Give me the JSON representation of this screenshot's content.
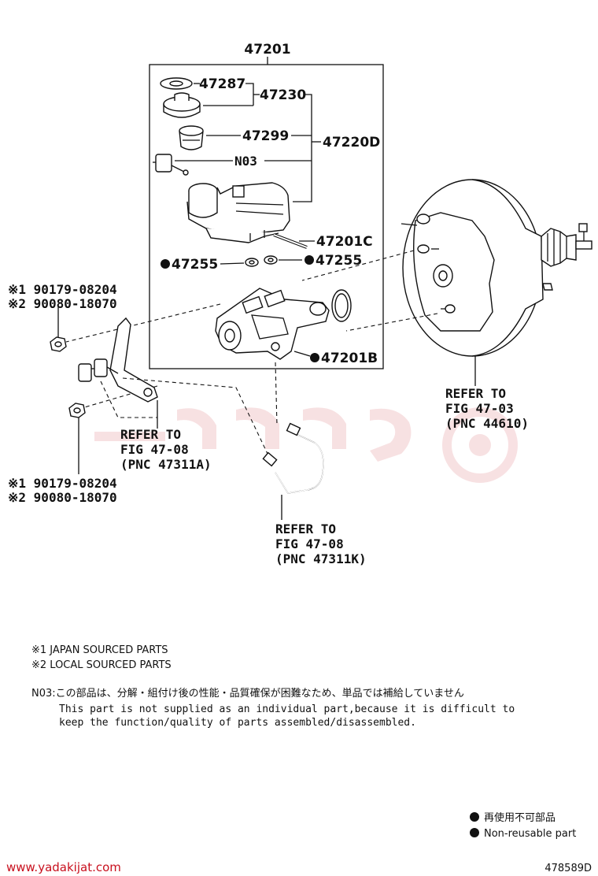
{
  "diagram": {
    "assembly_label": "47201",
    "labels": {
      "p47287": "47287",
      "p47230": "47230",
      "p47299": "47299",
      "p47220D": "47220D",
      "n03": "N03",
      "p47201C": "47201C",
      "p47255_left": "47255",
      "p47255_right": "47255",
      "p47201B": "47201B",
      "bolt_top_1": "※1 90179-08204",
      "bolt_top_2": "※2 90080-18070",
      "bolt_bottom_1": "※1 90179-08204",
      "bolt_bottom_2": "※2 90080-18070"
    },
    "refer_booster": [
      "REFER TO",
      "FIG 47-03",
      "(PNC 44610)"
    ],
    "refer_bracket": [
      "REFER TO",
      "FIG 47-08",
      "(PNC 47311A)"
    ],
    "refer_tube": [
      "REFER TO",
      "FIG 47-08",
      "(PNC 47311K)"
    ]
  },
  "notes": {
    "note1": "※1 JAPAN SOURCED PARTS",
    "note2": "※2 LOCAL SOURCED PARTS",
    "n03_jp": "N03:この部品は、分解・組付け後の性能・品質確保が困難なため、単品では補給していません",
    "n03_en1": "This part is not supplied as an individual part,because it is difficult to",
    "n03_en2": "keep the function/quality of parts assembled/disassembled."
  },
  "legend": {
    "jp": "再使用不可部品",
    "en": "Non-reusable part"
  },
  "footer": {
    "watermark": "www.yadakijat.com",
    "figure_code": "478589D"
  },
  "colors": {
    "line": "#111111",
    "watermark": "#c8101e",
    "watermark_logo": "#f2c9cc"
  }
}
